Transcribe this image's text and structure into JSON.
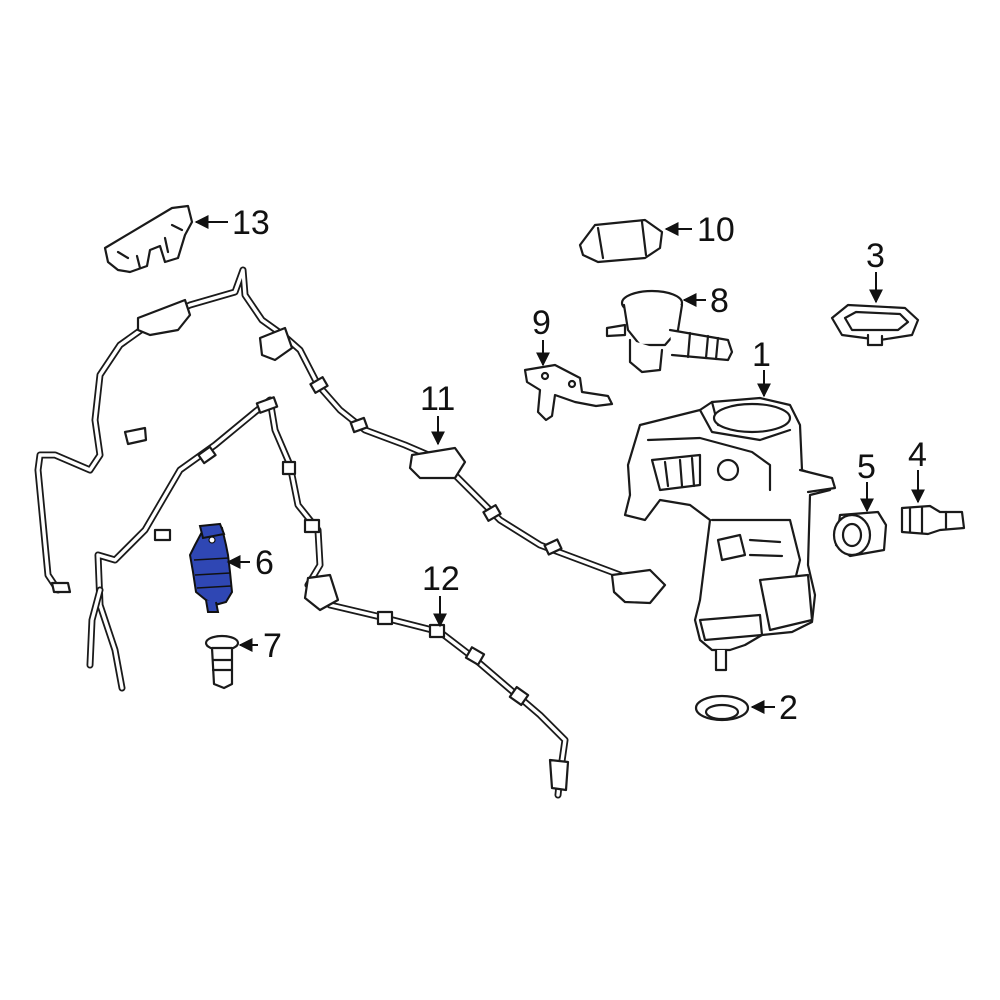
{
  "callouts": [
    {
      "id": "1",
      "text": "1",
      "part": "washer-reservoir"
    },
    {
      "id": "2",
      "text": "2",
      "part": "reservoir-grommet"
    },
    {
      "id": "3",
      "text": "3",
      "part": "filler-cap-seal"
    },
    {
      "id": "4",
      "text": "4",
      "part": "level-sensor"
    },
    {
      "id": "5",
      "text": "5",
      "part": "pump-grommet"
    },
    {
      "id": "6",
      "text": "6",
      "part": "washer-pump"
    },
    {
      "id": "7",
      "text": "7",
      "part": "mounting-bolt"
    },
    {
      "id": "8",
      "text": "8",
      "part": "filler-neck"
    },
    {
      "id": "9",
      "text": "9",
      "part": "bracket"
    },
    {
      "id": "10",
      "text": "10",
      "part": "filler-cap"
    },
    {
      "id": "11",
      "text": "11",
      "part": "washer-hose-rear"
    },
    {
      "id": "12",
      "text": "12",
      "part": "washer-hose-front"
    },
    {
      "id": "13",
      "text": "13",
      "part": "hose-clip"
    }
  ],
  "highlight_color": "#2f47b4"
}
